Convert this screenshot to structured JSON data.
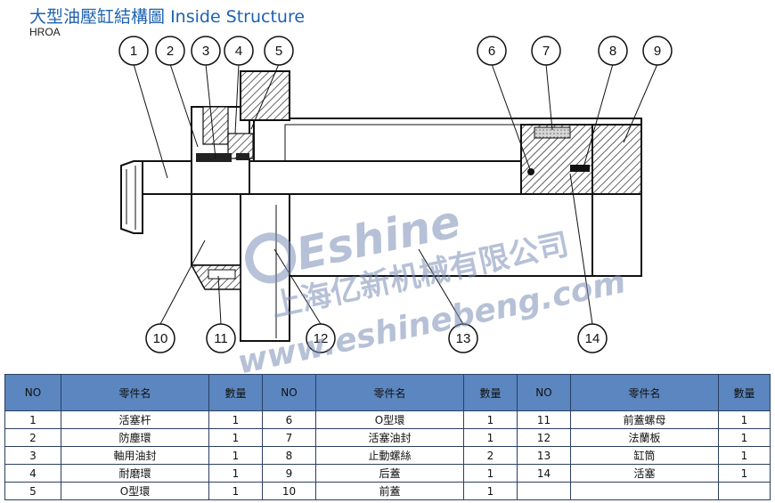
{
  "header": {
    "title_zh": "大型油壓缸結構圖",
    "title_en": "Inside Structure",
    "model": "HROA"
  },
  "callouts": [
    "1",
    "2",
    "3",
    "4",
    "5",
    "6",
    "7",
    "8",
    "9",
    "10",
    "11",
    "12",
    "13",
    "14"
  ],
  "watermark": {
    "brand": "Eshine",
    "company": "上海亿新机械有限公司",
    "url": "www.eshinebeng.com"
  },
  "table": {
    "headers": [
      "NO",
      "零件名",
      "數量",
      "NO",
      "零件名",
      "數量",
      "NO",
      "零件名",
      "數量"
    ],
    "rows": [
      [
        "1",
        "活塞杆",
        "1",
        "6",
        "O型環",
        "1",
        "11",
        "前蓋螺母",
        "1"
      ],
      [
        "2",
        "防塵環",
        "1",
        "7",
        "活塞油封",
        "1",
        "12",
        "法蘭板",
        "1"
      ],
      [
        "3",
        "軸用油封",
        "1",
        "8",
        "止動螺絲",
        "2",
        "13",
        "缸筒",
        "1"
      ],
      [
        "4",
        "耐磨環",
        "1",
        "9",
        "后蓋",
        "1",
        "14",
        "活塞",
        "1"
      ],
      [
        "5",
        "O型環",
        "1",
        "10",
        "前蓋",
        "1",
        "",
        "",
        ""
      ]
    ]
  },
  "colors": {
    "title": "#1d62b0",
    "table_header_bg": "#5b86bf",
    "border": "#2a3f63",
    "watermark": "#7c8fb8"
  }
}
